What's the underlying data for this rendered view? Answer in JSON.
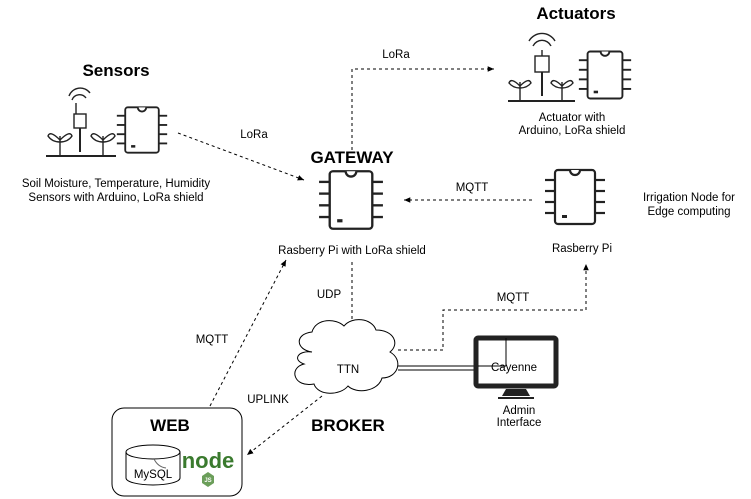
{
  "sections": {
    "sensors_title": "Sensors",
    "actuators_title": "Actuators",
    "gateway_title": "GATEWAY",
    "broker_title": "BROKER",
    "web_title": "WEB"
  },
  "nodes": {
    "sensors_caption_1": "Soil Moisture, Temperature, Humidity",
    "sensors_caption_2": "Sensors with Arduino, LoRa shield",
    "actuator_caption_1": "Actuator with",
    "actuator_caption_2": "Arduino, LoRa shield",
    "gateway_caption": "Rasberry Pi with LoRa shield",
    "edge_caption": "Rasberry Pi",
    "edge_note_1": "Irrigation Node for",
    "edge_note_2": "Edge computing",
    "broker_label": "TTN",
    "monitor_label": "Cayenne",
    "admin_caption_1": "Admin",
    "admin_caption_2": "Interface",
    "mysql_label": "MySQL",
    "node_logo_text": "node",
    "node_logo_badge": "JS"
  },
  "links": {
    "sensors_to_gateway": "LoRa",
    "gateway_to_actuators": "LoRa",
    "edge_to_gateway": "MQTT",
    "gateway_to_broker": "UDP",
    "broker_to_edge": "MQTT",
    "web_to_gateway": "MQTT",
    "broker_to_web": "UPLINK"
  }
}
